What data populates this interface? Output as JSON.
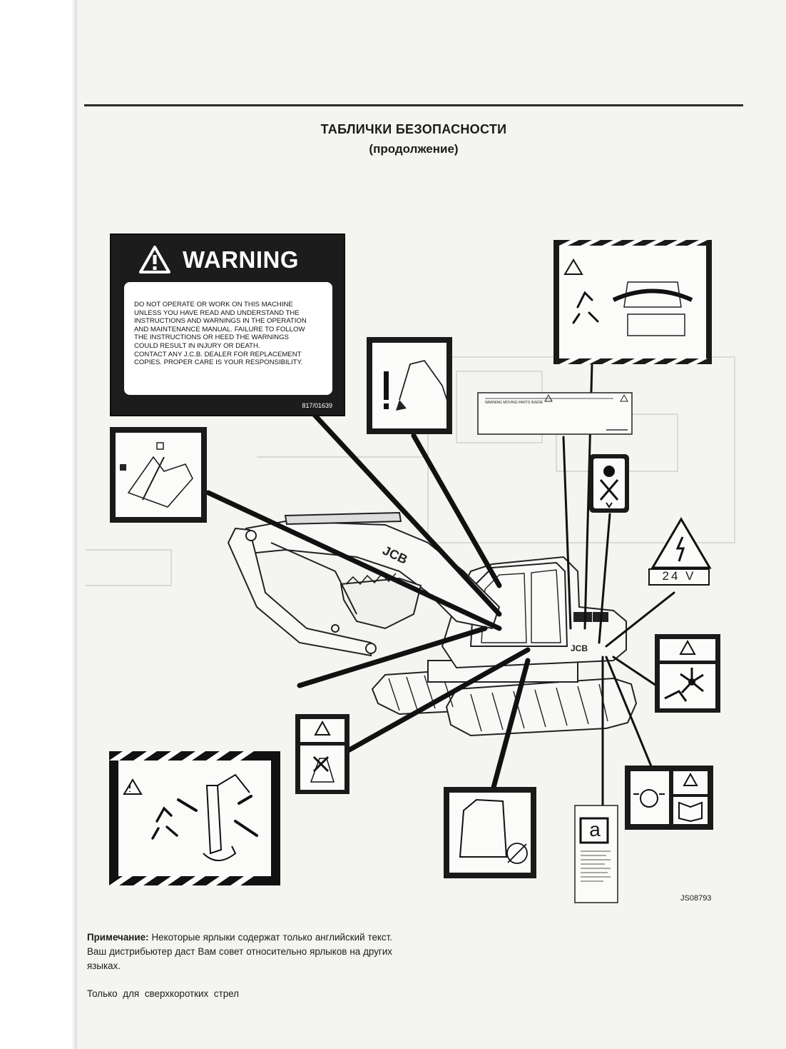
{
  "header": {
    "title": "ТАБЛИЧКИ БЕЗОПАСНОСТИ",
    "subtitle": "(продолжение)"
  },
  "warning_decal": {
    "heading": "WARNING",
    "text": "DO NOT OPERATE OR WORK ON THIS MACHINE\nUNLESS YOU HAVE READ AND UNDERSTAND THE\nINSTRUCTIONS AND WARNINGS IN THE OPERATION\nAND MAINTENANCE MANUAL.  FAILURE TO FOLLOW\nTHE INSTRUCTIONS OR HEED THE WARNINGS\nCOULD RESULT IN INJURY OR DEATH.\nCONTACT ANY J.C.B. DEALER FOR REPLACEMENT\nCOPIES.  PROPER CARE IS YOUR RESPONSIBILITY.",
    "code": "817/01639"
  },
  "decals": {
    "voltage": "24  V",
    "info_letter": "a"
  },
  "figure_code": "JS08793",
  "note": {
    "label": "Примечание:",
    "text": " Некоторые ярлыки содержат только английский текст. Ваш дистрибьютер  даст  Вам совет относительно ярлыков на других языках."
  },
  "footnote": "Только для сверхкоротких стрел"
}
